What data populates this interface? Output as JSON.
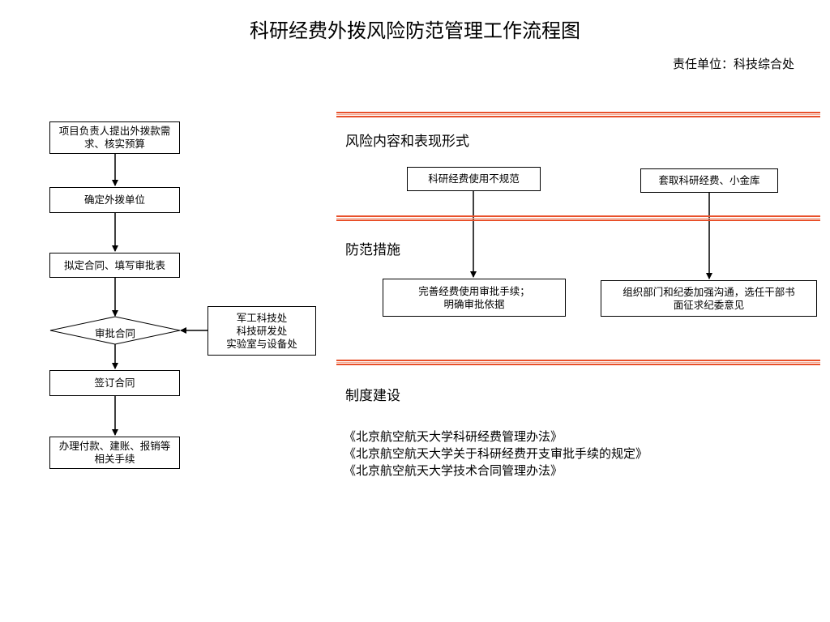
{
  "title": "科研经费外拨风险防范管理工作流程图",
  "responsible_unit": "责任单位：科技综合处",
  "flow": {
    "step1": "项目负责人提出外拨款需\n求、核实预算",
    "step2": "确定外拨单位",
    "step3": "拟定合同、填写审批表",
    "step4": "审批合同",
    "step5": "签订合同",
    "step6": "办理付款、建账、报销等\n相关手续",
    "reviewers": "军工科技处\n科技研发处\n实验室与设备处"
  },
  "risk": {
    "heading": "风险内容和表现形式",
    "item1": "科研经费使用不规范",
    "item2": "套取科研经费、小金库"
  },
  "measures": {
    "heading": "防范措施",
    "item1": "完善经费使用审批手续；\n明确审批依据",
    "item2": "组织部门和纪委加强沟通，选任干部书\n面征求纪委意见"
  },
  "system": {
    "heading": "制度建设",
    "documents": [
      "《北京航空航天大学科研经费管理办法》",
      "《北京航空航天大学关于科研经费开支审批手续的规定》",
      "《北京航空航天大学技术合同管理办法》"
    ]
  },
  "colors": {
    "rule": "#e8502a",
    "rule_light": "#f3a58c"
  }
}
